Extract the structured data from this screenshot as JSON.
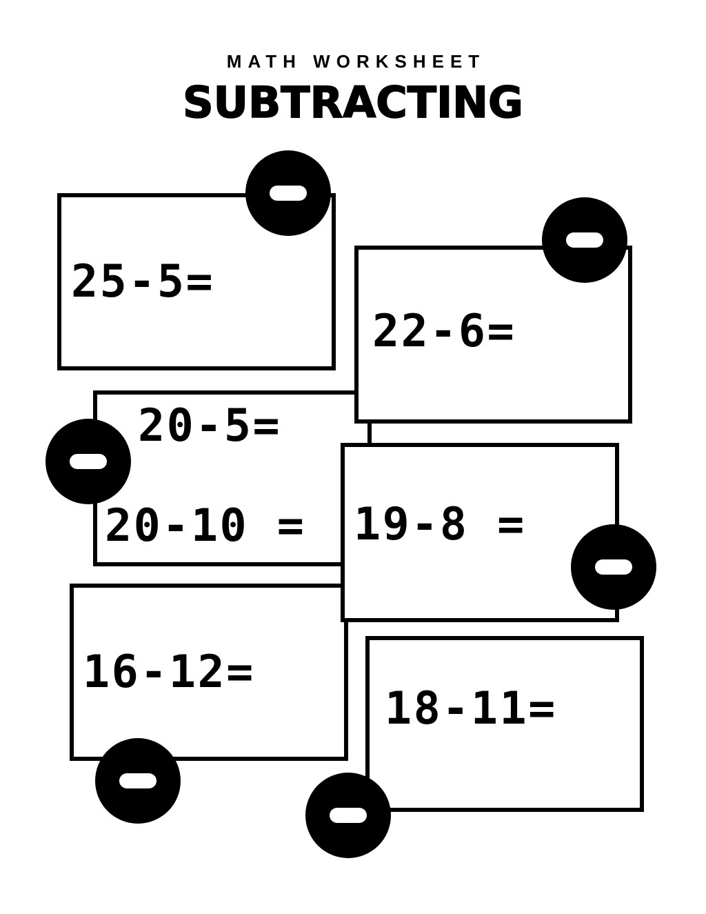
{
  "page": {
    "background_color": "#ffffff",
    "ink_color": "#000000"
  },
  "header": {
    "kicker": "MATH WORKSHEET",
    "title": "SUBTRACTING"
  },
  "boxes": [
    {
      "id": "box-1",
      "expressions": [
        "25-5="
      ]
    },
    {
      "id": "box-2",
      "expressions": [
        "22-6="
      ]
    },
    {
      "id": "box-3",
      "expressions": [
        "20-5=",
        "20-10 ="
      ]
    },
    {
      "id": "box-4",
      "expressions": [
        "19-8 ="
      ]
    },
    {
      "id": "box-5",
      "expressions": [
        "16-12="
      ]
    },
    {
      "id": "box-6",
      "expressions": [
        "18-11="
      ]
    }
  ],
  "icons": {
    "minus_badge": "minus-icon"
  }
}
